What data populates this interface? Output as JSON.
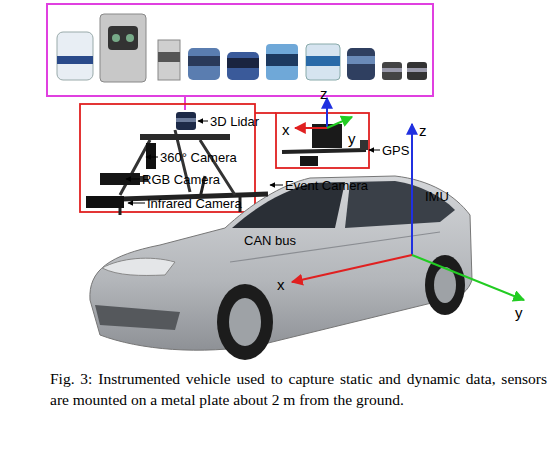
{
  "diagram": {
    "caption": "Fig. 3: Instrumented vehicle used to capture static and dynamic data, sensors are mounted on a metal plate about 2 m from the ground.",
    "labels": [
      "3D Lidar",
      "360° Camera",
      "RGB Camera",
      "Infrared Camera",
      "z",
      "x",
      "y",
      "GPS",
      "Event Camera",
      "z",
      "IMU",
      "CAN bus",
      "x",
      "y"
    ]
  }
}
